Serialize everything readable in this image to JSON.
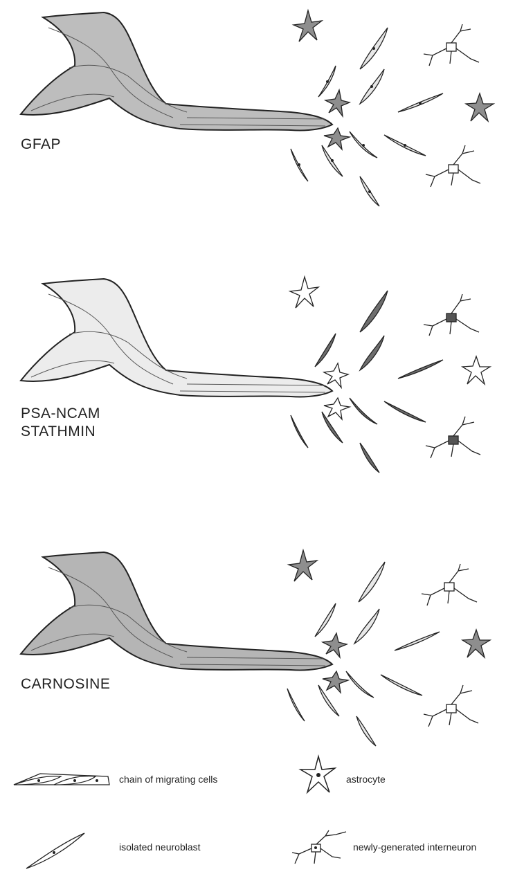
{
  "panels": [
    {
      "label_lines": [
        "GFAP"
      ],
      "shade": "medium"
    },
    {
      "label_lines": [
        "PSA-NCAM",
        "STATHMIN"
      ],
      "shade": "light"
    },
    {
      "label_lines": [
        "CARNOSINE"
      ],
      "shade": "medium"
    }
  ],
  "legend": {
    "chain": "chain of migrating cells",
    "astrocyte": "astrocyte",
    "neuroblast": "isolated neuroblast",
    "interneuron": "newly-generated interneuron"
  }
}
